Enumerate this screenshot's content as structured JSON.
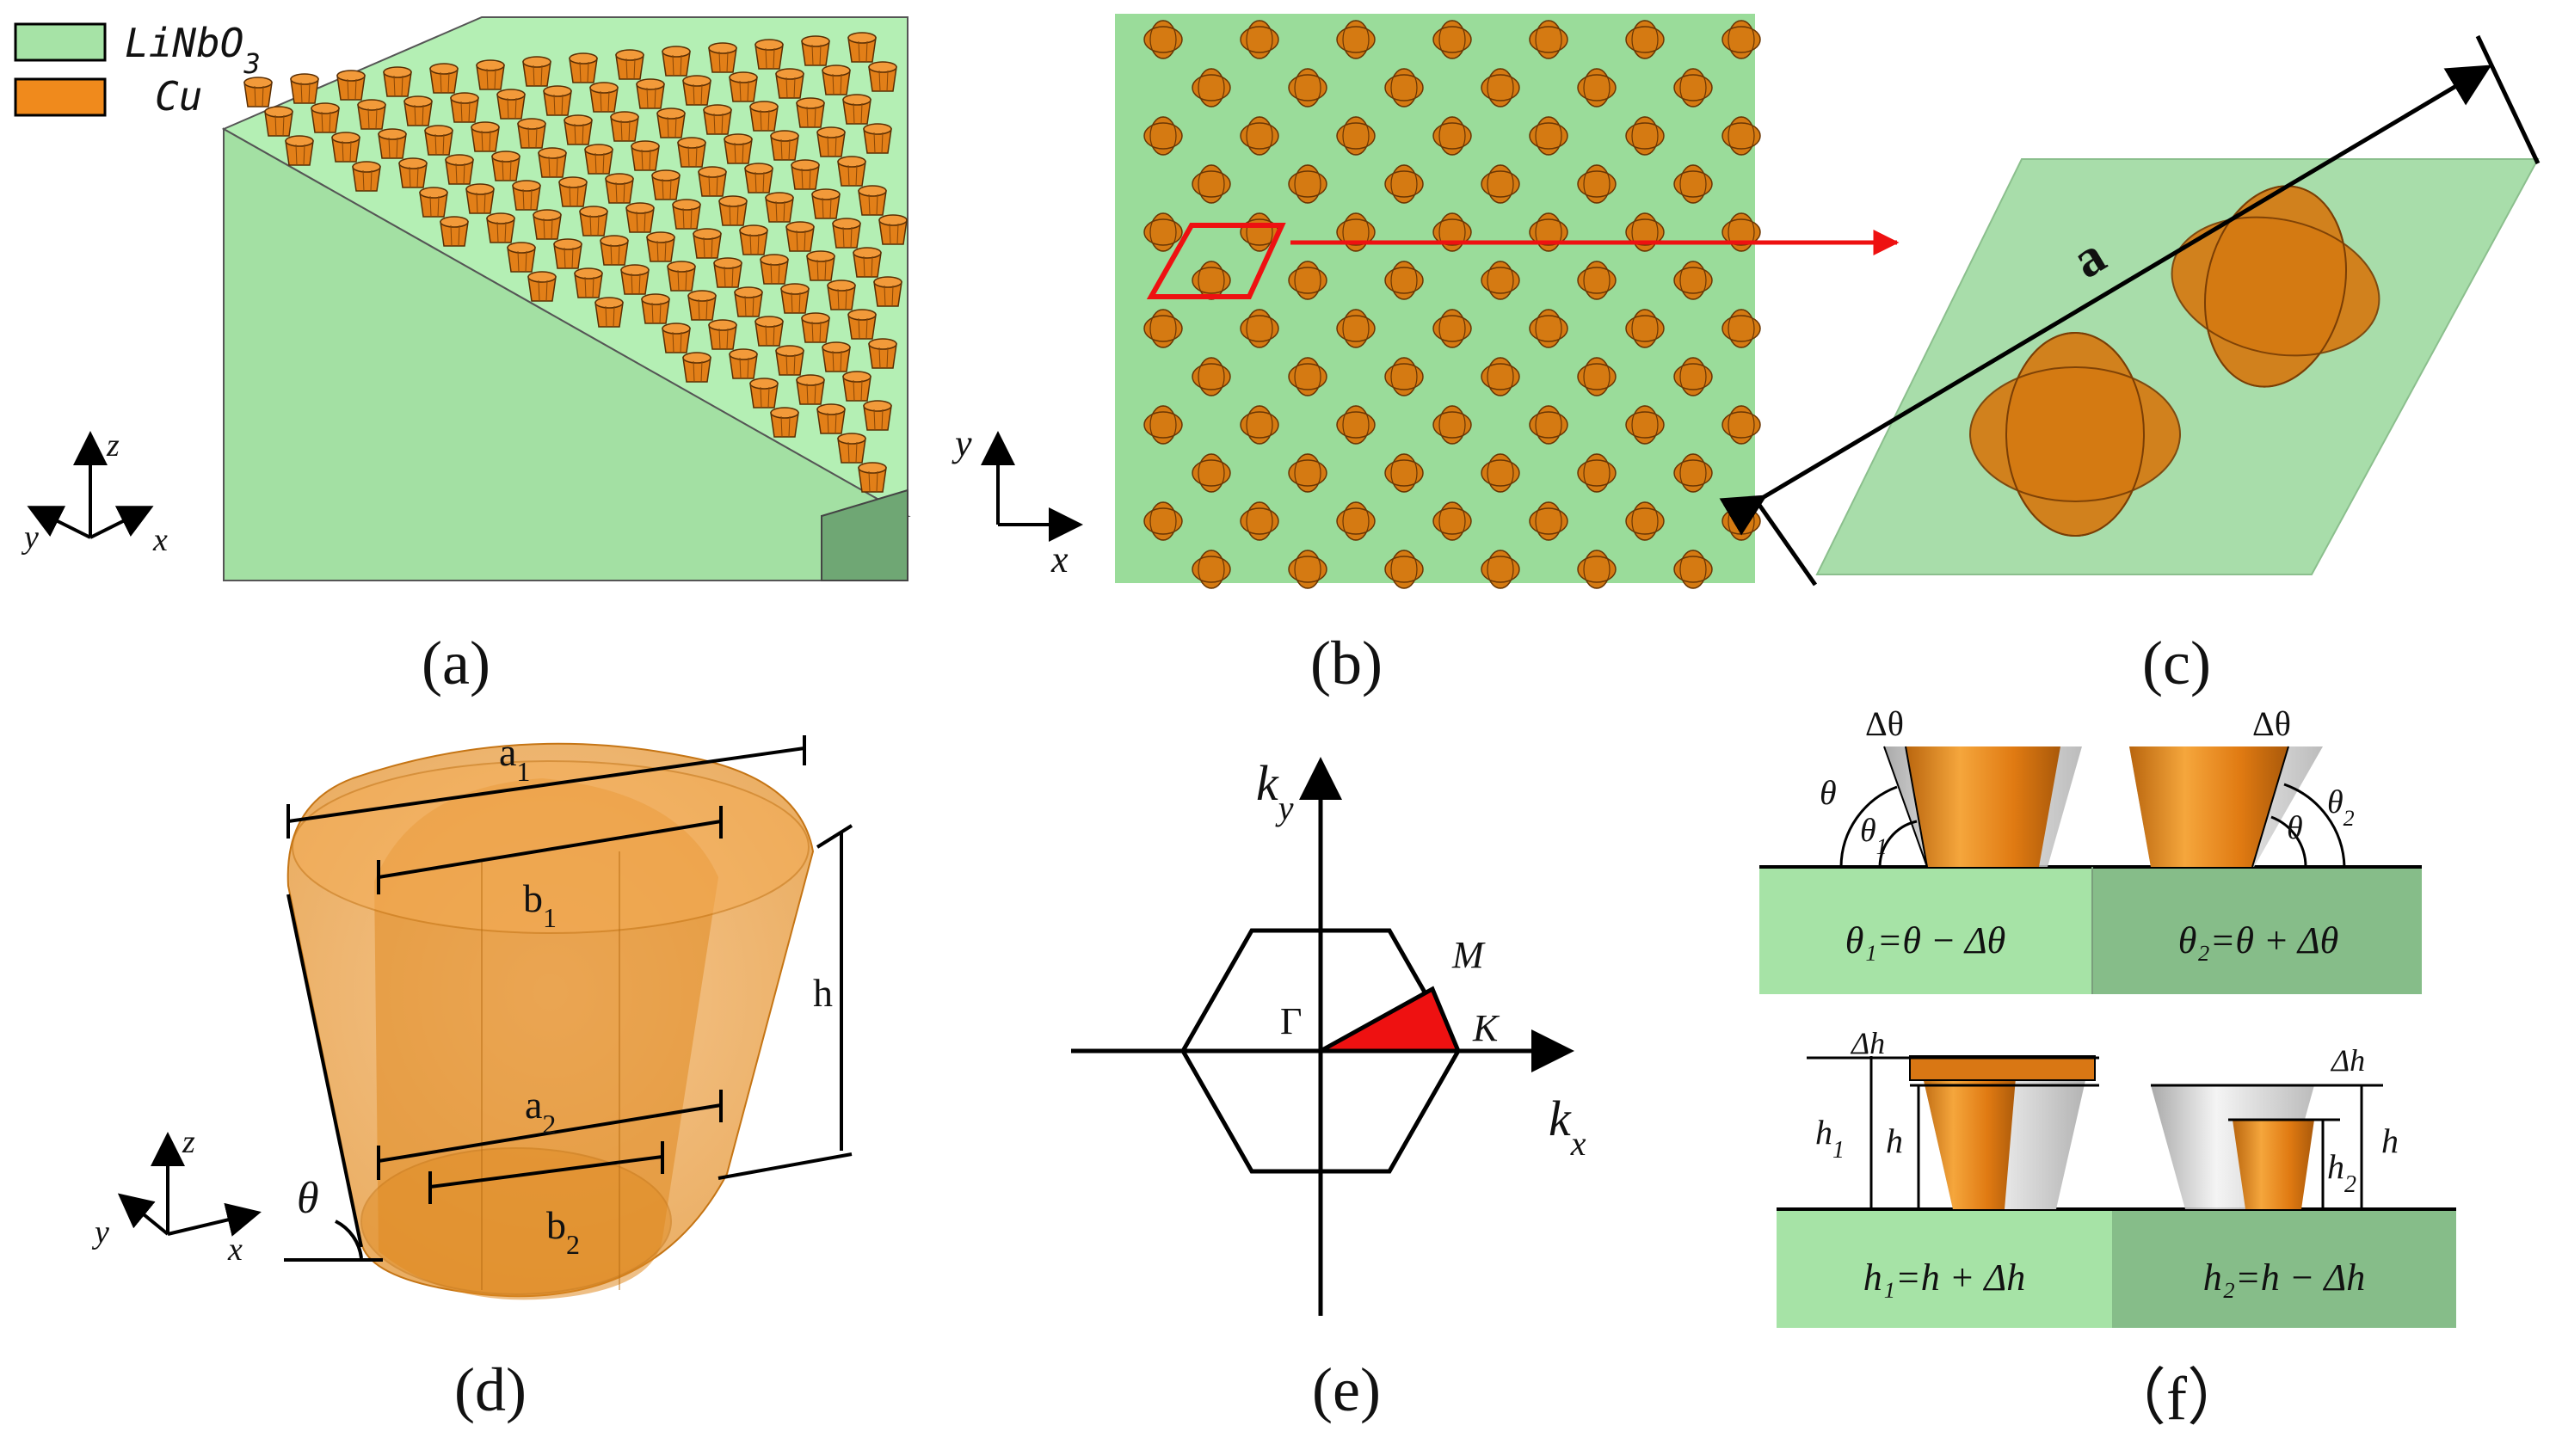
{
  "legend": {
    "items": [
      {
        "label": "LiNbO",
        "sub": "3",
        "color": "#a6e3a6"
      },
      {
        "label": "Cu",
        "sub": "",
        "color": "#f08a1c"
      }
    ]
  },
  "colors": {
    "substrate": "#a3e0a3",
    "substrate_dark": "#7fb382",
    "copper": "#e07a12",
    "copper_light": "#f4a340",
    "highlight": "#ee1111"
  },
  "panel_a": {
    "caption": "(a)",
    "axes": {
      "z": "z",
      "y": "y",
      "x": "x"
    }
  },
  "panel_b": {
    "caption": "(b)",
    "axes": {
      "y": "y",
      "x": "x"
    }
  },
  "panel_c": {
    "caption": "(c)",
    "lattice_label": "a"
  },
  "panel_d": {
    "caption": "(d)",
    "labels": {
      "a1": "a",
      "a1_sub": "1",
      "b1": "b",
      "b1_sub": "1",
      "a2": "a",
      "a2_sub": "2",
      "b2": "b",
      "b2_sub": "2",
      "h": "h",
      "theta": "θ"
    },
    "axes": {
      "z": "z",
      "y": "y",
      "x": "x"
    }
  },
  "panel_e": {
    "caption": "(e)",
    "labels": {
      "ky": "k",
      "ky_sub": "y",
      "kx": "k",
      "kx_sub": "x",
      "gamma": "Γ",
      "M": "M",
      "K": "K"
    }
  },
  "panel_f": {
    "caption": "（f）",
    "top_left": {
      "dtheta": "Δθ",
      "theta": "θ",
      "theta1": "θ",
      "theta1_sub": "1",
      "formula": "θ₁=θ − Δθ"
    },
    "top_right": {
      "dtheta": "Δθ",
      "theta": "θ",
      "theta2": "θ",
      "theta2_sub": "2",
      "formula": "θ₂=θ + Δθ"
    },
    "bottom_left": {
      "dh": "Δh",
      "h1": "h",
      "h1_sub": "1",
      "h": "h",
      "formula": "h₁=h + Δh"
    },
    "bottom_right": {
      "dh": "Δh",
      "h2": "h",
      "h2_sub": "2",
      "h": "h",
      "formula": "h₂=h − Δh"
    }
  }
}
